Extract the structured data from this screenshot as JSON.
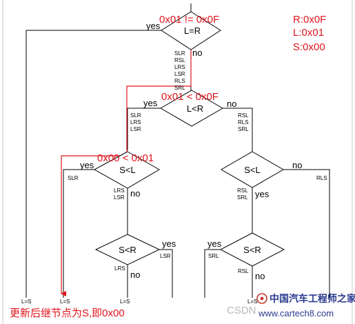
{
  "diagram": {
    "nodes": {
      "n1": "L=R",
      "n2": "L<R",
      "n3": "S<L",
      "n4": "S<L",
      "n5": "S<R",
      "n6": "S<R"
    },
    "edge_labels": {
      "n1_yes": "yes",
      "n1_no": "no",
      "n2_yes": "yes",
      "n2_no": "no",
      "n3_yes": "yes",
      "n3_no": "no",
      "n4_no": "no",
      "n4_yes": "yes",
      "n5_yes": "yes",
      "n5_no": "no",
      "n6_yes": "yes",
      "n6_no": "no"
    },
    "case_lists": {
      "after_n1": [
        "SLR",
        "RSL",
        "LRS",
        "LSR",
        "RLS",
        "SRL"
      ],
      "n2_left": [
        "SLR",
        "LRS",
        "LSR"
      ],
      "n2_right": [
        "RSL",
        "RLS",
        "SRL"
      ],
      "n3_yes": "SLR",
      "n3_no": [
        "LRS",
        "LSR"
      ],
      "n4_no": "RLS",
      "n4_yes": [
        "RSL",
        "SRL"
      ],
      "n5_yes": "LSR",
      "n5_no": "LRS",
      "n6_yes": "SRL",
      "n6_no": "RSL"
    },
    "results": {
      "r1": "L=S",
      "r2": "L=S",
      "r3": "L=S",
      "r4": "L=S"
    }
  },
  "annotations": {
    "compare1": "0x01 != 0x0F",
    "compare2": "0x01 < 0x0F",
    "compare3": "0x00 < 0x01",
    "values": [
      "R:0x0F",
      "L:0x01",
      "S:0x00"
    ],
    "bottom_note": "更新后继节点为S,即0x00"
  },
  "watermark": {
    "csdn": "CSDN",
    "site_cn": "中国汽车工程师之家",
    "site_url": "www.cartech8.com"
  },
  "colors": {
    "highlight": "#e0141c",
    "line": "#000000"
  }
}
